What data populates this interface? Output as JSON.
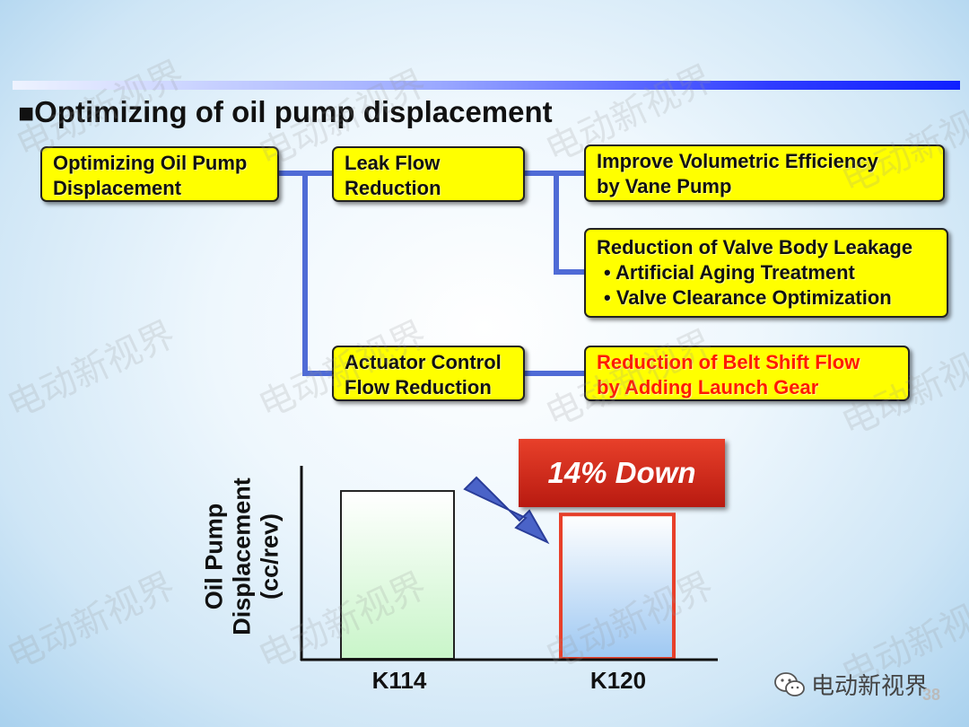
{
  "slide": {
    "title": "Optimizing of oil pump displacement",
    "title_marker": "■",
    "page_number": "38",
    "brand": "电动新视界",
    "watermark": "电动新视界"
  },
  "diagram": {
    "root": [
      "Optimizing Oil Pump",
      "Displacement"
    ],
    "leak": [
      "Leak Flow",
      "Reduction"
    ],
    "actuator": [
      "Actuator Control",
      "Flow Reduction"
    ],
    "vane": [
      "Improve Volumetric Efficiency",
      "by Vane Pump"
    ],
    "valve": [
      "Reduction of Valve Body Leakage",
      "• Artificial Aging Treatment",
      "• Valve Clearance Optimization"
    ],
    "belt": [
      "Reduction of Belt Shift Flow",
      "by Adding Launch Gear"
    ],
    "connector_color": "#4f6bd6",
    "highlight_color": "#ff1a00"
  },
  "chart_data": {
    "type": "bar",
    "categories": [
      "K114",
      "K120"
    ],
    "values": [
      100,
      86
    ],
    "ylabel": [
      "Oil Pump",
      "Displacement",
      "(cc/rev)"
    ],
    "annotation": "14% Down",
    "ylim": [
      0,
      115
    ],
    "bar_fills": [
      "#c9f5c9",
      "#9ec8f2"
    ],
    "bar_borders": [
      "#222222",
      "#e8402a"
    ]
  }
}
